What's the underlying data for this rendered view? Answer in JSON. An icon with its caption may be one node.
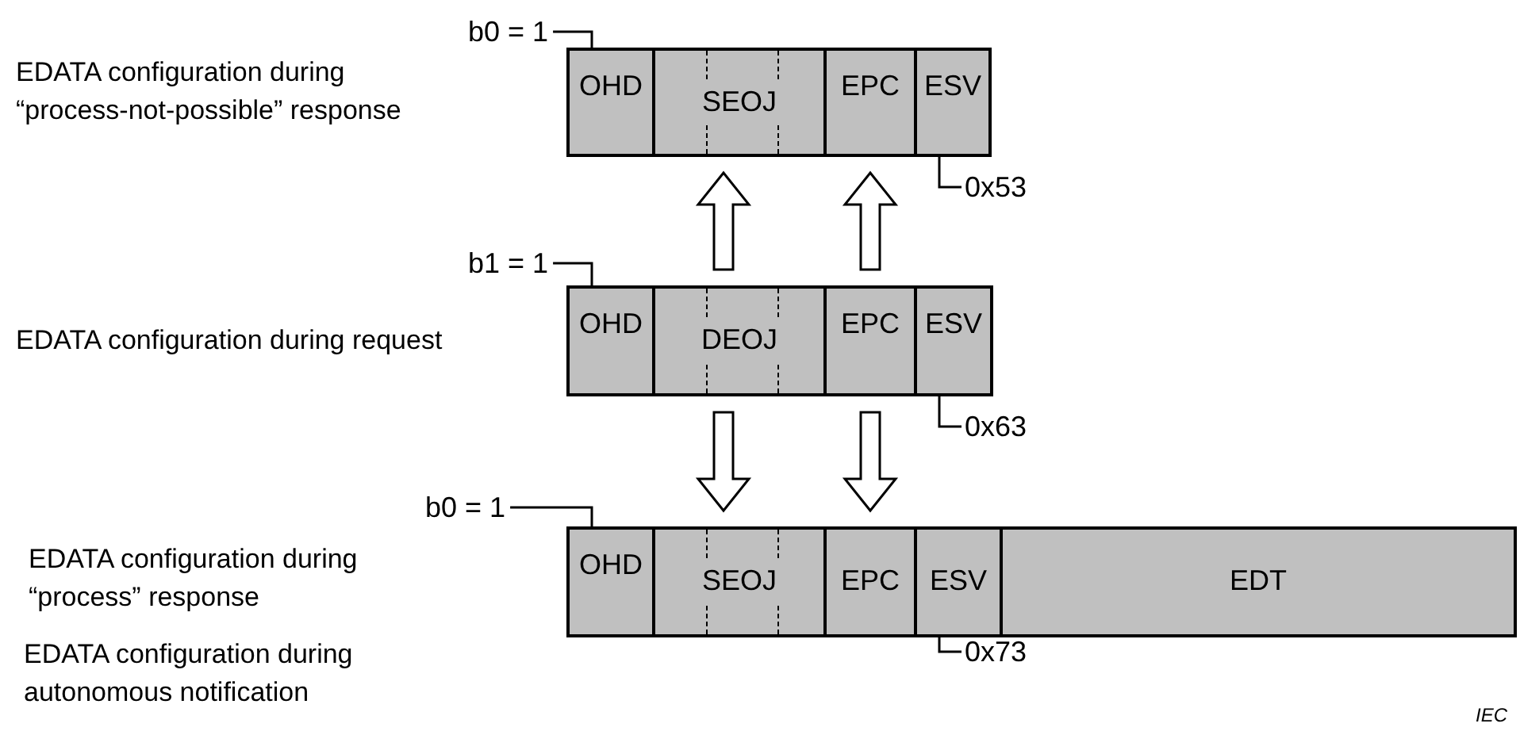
{
  "diagram": {
    "nodes": [
      {
        "text": [
          "b0 = 1"
        ]
      },
      {
        "text": [
          "OHD"
        ]
      },
      {
        "text": [
          "SEOJ"
        ]
      },
      {
        "text": [
          "EPC"
        ]
      },
      {
        "text": [
          "ESV"
        ]
      },
      {
        "text": [
          "0x53"
        ]
      },
      {
        "text": [
          "b1 = 1"
        ]
      },
      {
        "text": [
          "OHD"
        ]
      },
      {
        "text": [
          "DEOJ"
        ]
      },
      {
        "text": [
          "EPC"
        ]
      },
      {
        "text": [
          "ESV"
        ]
      },
      {
        "text": [
          "0x63"
        ]
      },
      {
        "text": [
          "b0 = 1"
        ]
      },
      {
        "text": [
          "OHD"
        ]
      },
      {
        "text": [
          "SEOJ"
        ]
      },
      {
        "text": [
          "EPC"
        ]
      },
      {
        "text": [
          "ESV"
        ]
      },
      {
        "text": [
          "EDT"
        ]
      },
      {
        "text": [
          "0x73"
        ]
      }
    ],
    "edges": [
      {
        "from": 0,
        "to": 1,
        "arrow": "none"
      },
      {
        "from": 5,
        "to": 4,
        "arrow": "none"
      },
      {
        "from": 8,
        "to": 2,
        "arrow": "to"
      },
      {
        "from": 9,
        "to": 3,
        "arrow": "to"
      },
      {
        "from": 6,
        "to": 7,
        "arrow": "none"
      },
      {
        "from": 11,
        "to": 10,
        "arrow": "none"
      },
      {
        "from": 8,
        "to": 14,
        "arrow": "to"
      },
      {
        "from": 9,
        "to": 15,
        "arrow": "to"
      },
      {
        "from": 12,
        "to": 13,
        "arrow": "none"
      },
      {
        "from": 18,
        "to": 16,
        "arrow": "none"
      }
    ],
    "labels": [
      "EDATA configuration during “process-not-possible” response",
      "EDATA configuration during request",
      "EDATA configuration during “process” response",
      "EDATA configuration during autonomous notification",
      "IEC"
    ]
  }
}
